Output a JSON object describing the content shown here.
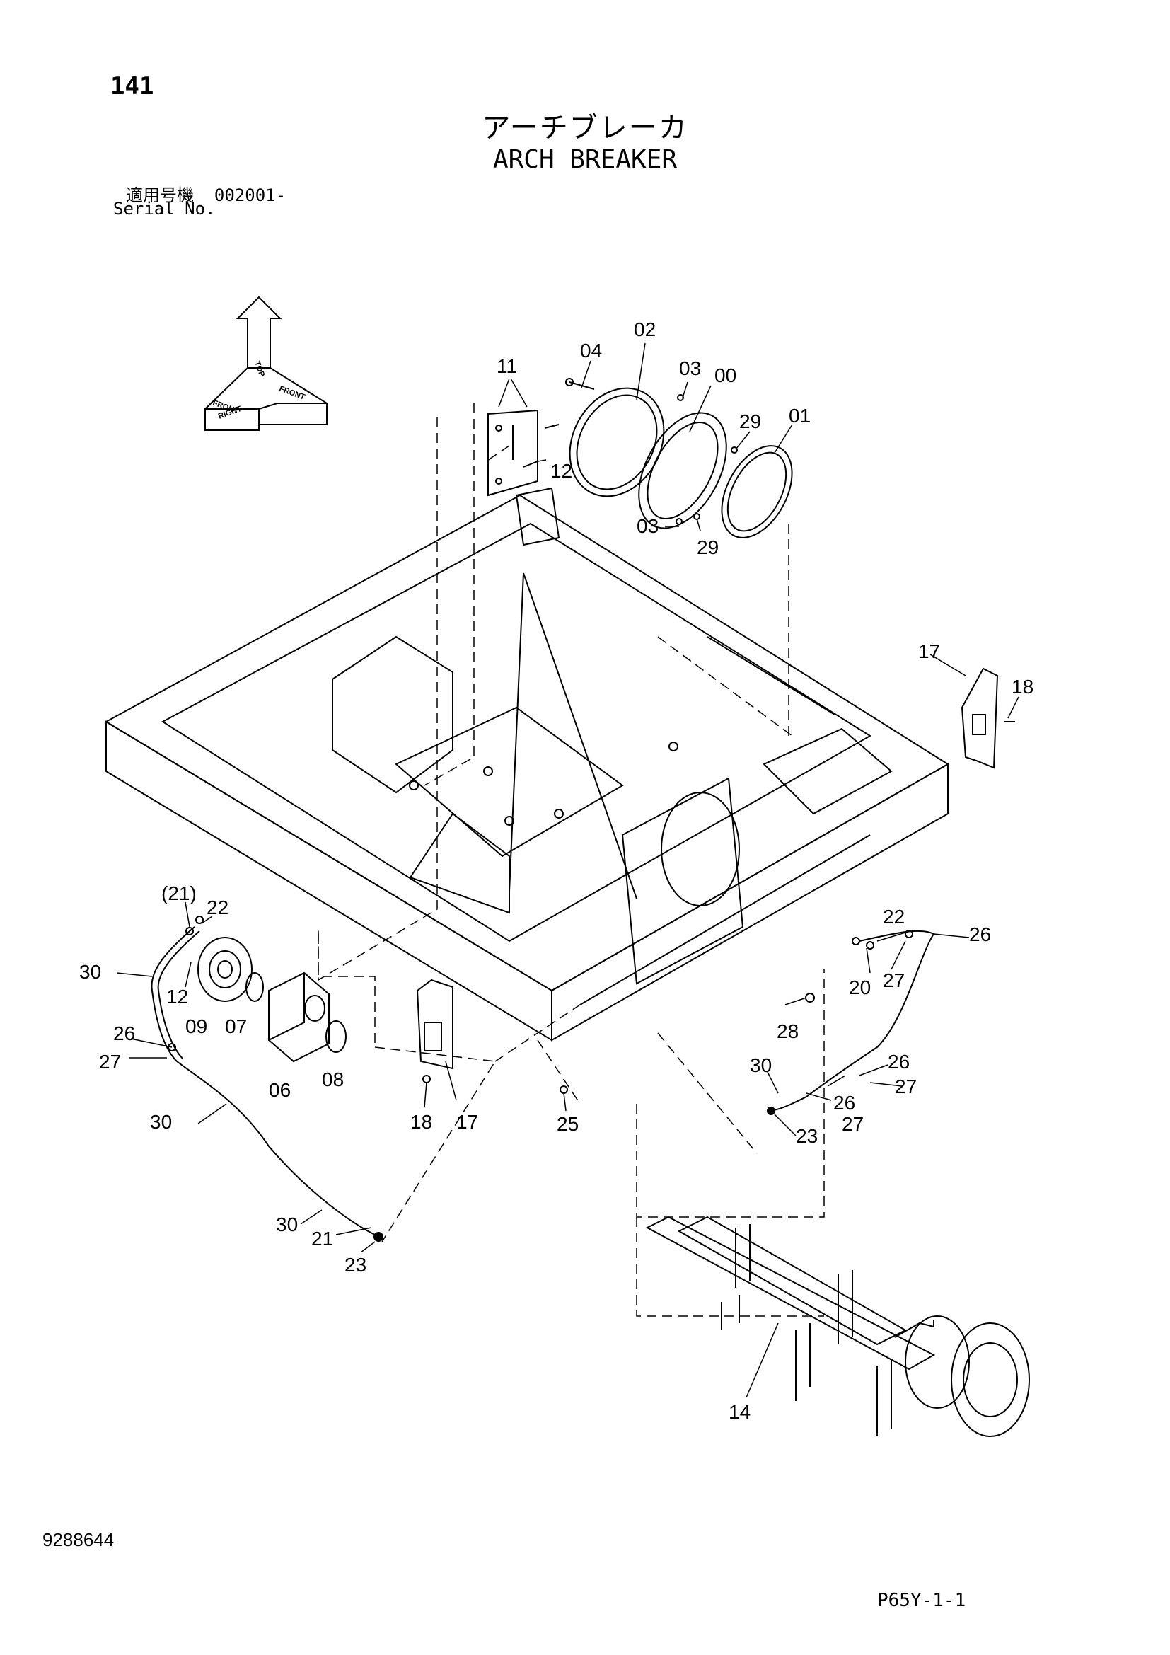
{
  "header": {
    "page_number": "141",
    "title_jp": "アーチブレーカ",
    "title_en": "ARCH BREAKER",
    "serial_label_jp": "適用号機",
    "serial_value": "002001-",
    "serial_label_en": "Serial No."
  },
  "orientation": {
    "top": "TOP",
    "front": "FRONT",
    "right": "RIGHT"
  },
  "callouts": {
    "c02": "02",
    "c04": "04",
    "c03a": "03",
    "c00": "00",
    "c11": "11",
    "c29a": "29",
    "c01": "01",
    "c12a": "12",
    "c03b": "03",
    "c29b": "29",
    "c17a": "17",
    "c18a": "18",
    "c21p": "(21)",
    "c22a": "22",
    "c30a": "30",
    "c12b": "12",
    "c09": "09",
    "c07": "07",
    "c26a": "26",
    "c27a": "27",
    "c06": "06",
    "c08": "08",
    "c30b": "30",
    "c18b": "18",
    "c17b": "17",
    "c25": "25",
    "c22b": "22",
    "c26b": "26",
    "c20": "20",
    "c27b": "27",
    "c28": "28",
    "c30c": "30",
    "c26c": "26",
    "c27c": "27",
    "c26d": "26",
    "c27d": "27",
    "c23a": "23",
    "c30d": "30",
    "c21": "21",
    "c23b": "23",
    "c14": "14"
  },
  "footer": {
    "document_number": "9288644",
    "page_code": "P65Y-1-1"
  }
}
